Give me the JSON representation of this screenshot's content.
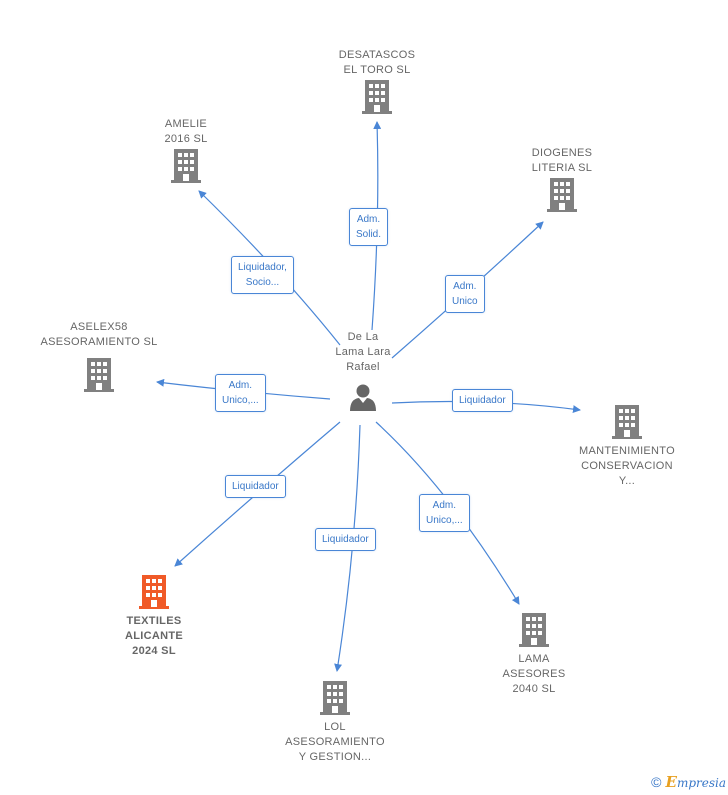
{
  "center": {
    "name": "De La\nLama Lara\nRafael",
    "icon": "person-icon"
  },
  "companies": [
    {
      "id": "desatascos",
      "name": "DESATASCOS\nEL TORO  SL",
      "icon": "building-icon",
      "color": "#808080"
    },
    {
      "id": "amelie",
      "name": "AMELIE\n2016  SL",
      "icon": "building-icon",
      "color": "#808080"
    },
    {
      "id": "diogenes",
      "name": "DIOGENES\nLITERIA  SL",
      "icon": "building-icon",
      "color": "#808080"
    },
    {
      "id": "aselex",
      "name": "ASELEX58\nASESORAMIENTO SL",
      "icon": "building-icon",
      "color": "#808080"
    },
    {
      "id": "mantenimiento",
      "name": "MANTENIMIENTO\nCONSERVACION\nY...",
      "icon": "building-icon",
      "color": "#808080"
    },
    {
      "id": "textiles",
      "name": "TEXTILES\nALICANTE\n2024  SL",
      "icon": "building-icon",
      "color": "#f05a28"
    },
    {
      "id": "lama",
      "name": "LAMA\nASESORES\n2040  SL",
      "icon": "building-icon",
      "color": "#808080"
    },
    {
      "id": "lol",
      "name": "LOL\nASESORAMIENTO\nY GESTION...",
      "icon": "building-icon",
      "color": "#808080"
    }
  ],
  "relations": [
    {
      "to": "desatascos",
      "label": "Adm.\nSolid."
    },
    {
      "to": "amelie",
      "label": "Liquidador,\nSocio..."
    },
    {
      "to": "diogenes",
      "label": "Adm.\nUnico"
    },
    {
      "to": "aselex",
      "label": "Adm.\nUnico,..."
    },
    {
      "to": "mantenimiento",
      "label": "Liquidador"
    },
    {
      "to": "textiles",
      "label": "Liquidador"
    },
    {
      "to": "lama",
      "label": "Adm.\nUnico,..."
    },
    {
      "to": "lol",
      "label": "Liquidador"
    }
  ],
  "colors": {
    "edge": "#4a86d6",
    "node_text": "#666666",
    "highlight": "#f05a28"
  },
  "footer": {
    "copyright": "©",
    "brand_initial": "E",
    "brand_rest": "mpresia"
  }
}
